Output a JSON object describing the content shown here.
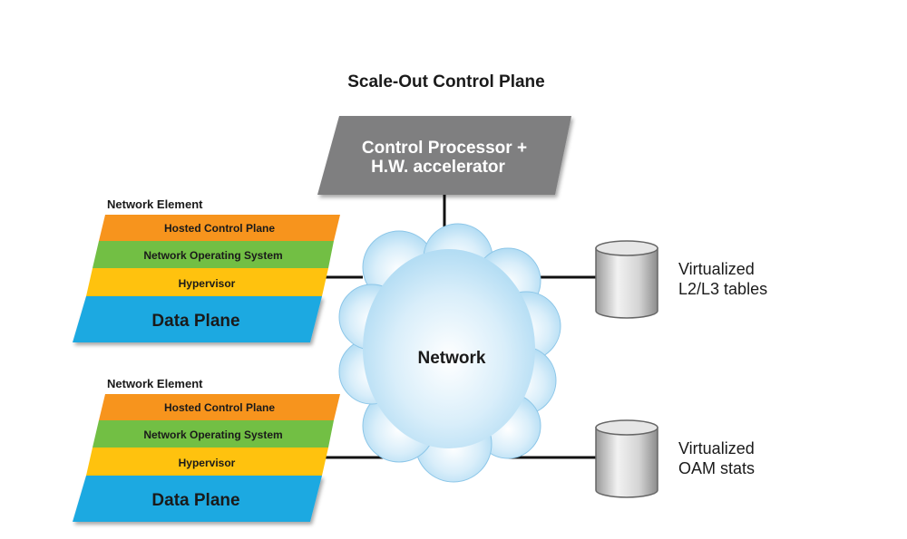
{
  "title": "Scale-Out Control Plane",
  "control_processor": {
    "line1": "Control Processor +",
    "line2": "H.W. accelerator",
    "color": "#7f7f80"
  },
  "network": {
    "label": "Network"
  },
  "network_elements": [
    {
      "caption": "Network Element",
      "layers": [
        {
          "label": "Hosted Control Plane",
          "color": "#f7941d"
        },
        {
          "label": "Network Operating System",
          "color": "#72bf44"
        },
        {
          "label": "Hypervisor",
          "color": "#ffc20e"
        },
        {
          "label": "Data Plane",
          "color": "#1fa9e1"
        }
      ]
    },
    {
      "caption": "Network Element",
      "layers": [
        {
          "label": "Hosted Control Plane",
          "color": "#f7941d"
        },
        {
          "label": "Network Operating System",
          "color": "#72bf44"
        },
        {
          "label": "Hypervisor",
          "color": "#ffc20e"
        },
        {
          "label": "Data Plane",
          "color": "#1fa9e1"
        }
      ]
    }
  ],
  "databases": [
    {
      "line1": "Virtualized",
      "line2": "L2/L3 tables"
    },
    {
      "line1": "Virtualized",
      "line2": "OAM stats"
    }
  ]
}
